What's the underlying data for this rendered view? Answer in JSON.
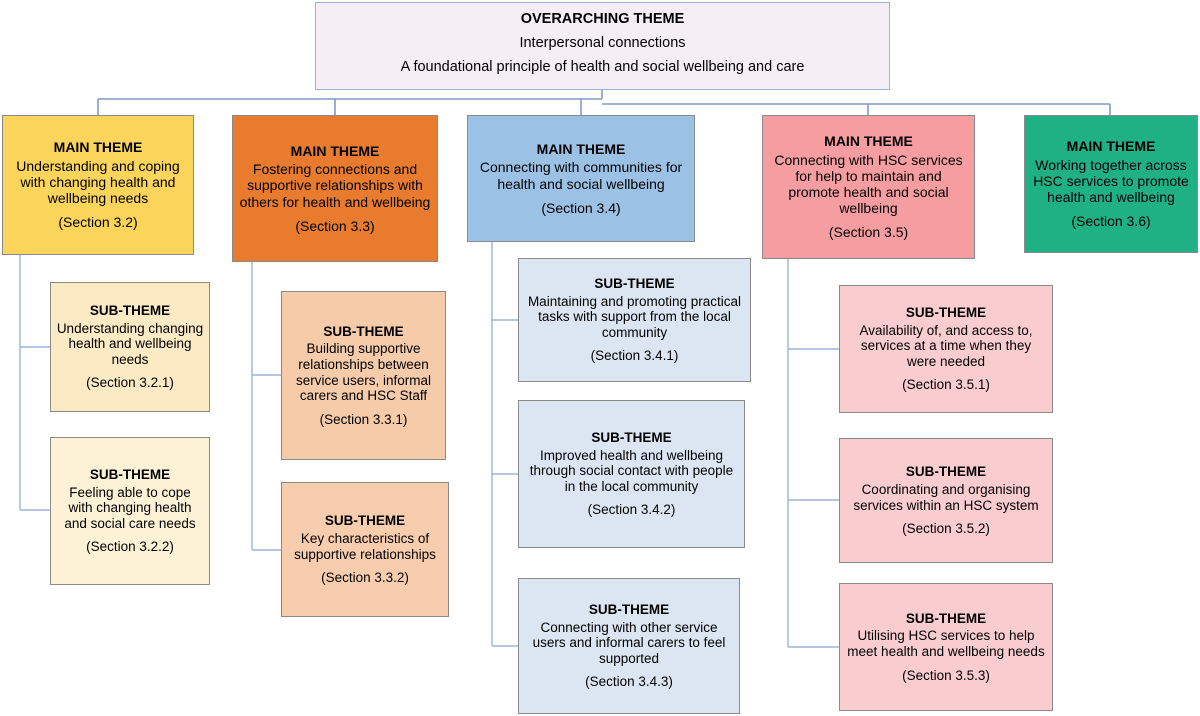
{
  "diagram": {
    "overarching": {
      "header": "OVERARCHING THEME",
      "line1": "Interpersonal connections",
      "line2": "A foundational principle of health and social wellbeing and care",
      "color": "#f6eef5"
    },
    "labels": {
      "main": "MAIN THEME",
      "sub": "SUB-THEME"
    },
    "columns": [
      {
        "main": {
          "header": "MAIN THEME",
          "text": "Understanding and coping with changing health and wellbeing needs",
          "section": "(Section 3.2)",
          "color": "#fbd45c"
        },
        "subs": [
          {
            "header": "SUB-THEME",
            "text": "Understanding changing health and wellbeing needs",
            "section": "(Section 3.2.1)",
            "color": "#fbeac4"
          },
          {
            "header": "SUB-THEME",
            "text": "Feeling able to cope with changing health and social care needs",
            "section": "(Section 3.2.2)",
            "color": "#fdf2d6"
          }
        ]
      },
      {
        "main": {
          "header": "MAIN THEME",
          "text": "Fostering connections and supportive relationships with others for health and wellbeing",
          "section": "(Section 3.3)",
          "color": "#e87b2e"
        },
        "subs": [
          {
            "header": "SUB-THEME",
            "text": "Building supportive relationships between service users, informal carers and HSC Staff",
            "section": "(Section 3.3.1)",
            "color": "#f6cbaa"
          },
          {
            "header": "SUB-THEME",
            "text": "Key characteristics of supportive relationships",
            "section": "(Section 3.3.2)",
            "color": "#f7cdad"
          }
        ]
      },
      {
        "main": {
          "header": "MAIN THEME",
          "text": "Connecting with communities for health and social wellbeing",
          "section": "(Section 3.4)",
          "color": "#9bc1e5"
        },
        "subs": [
          {
            "header": "SUB-THEME",
            "text": "Maintaining and promoting practical tasks with support from the local community",
            "section": "(Section 3.4.1)",
            "color": "#dce6f2"
          },
          {
            "header": "SUB-THEME",
            "text": "Improved health and wellbeing through social contact with people in the local community",
            "section": "(Section 3.4.2)",
            "color": "#dce6f2"
          },
          {
            "header": "SUB-THEME",
            "text": "Connecting with other service users and informal carers to feel supported",
            "section": "(Section 3.4.3)",
            "color": "#dce6f2"
          }
        ]
      },
      {
        "main": {
          "header": "MAIN THEME",
          "text": "Connecting with HSC services for help to maintain and promote health and social wellbeing",
          "section": "(Section 3.5)",
          "color": "#f59da1"
        },
        "subs": [
          {
            "header": "SUB-THEME",
            "text": "Availability of, and access to, services at a time when they were needed",
            "section": "(Section 3.5.1)",
            "color": "#f9cdd0"
          },
          {
            "header": "SUB-THEME",
            "text": "Coordinating and organising services within an HSC system",
            "section": "(Section 3.5.2)",
            "color": "#f9cdd0"
          },
          {
            "header": "SUB-THEME",
            "text": "Utilising HSC services to help meet health and wellbeing needs",
            "section": "(Section 3.5.3)",
            "color": "#f9cdd0"
          }
        ]
      },
      {
        "main": {
          "header": "MAIN THEME",
          "text": "Working together across HSC services to promote health and wellbeing",
          "section": "(Section 3.6)",
          "color": "#1fb183"
        },
        "subs": []
      }
    ],
    "connector_color": "#7d9cc8"
  }
}
